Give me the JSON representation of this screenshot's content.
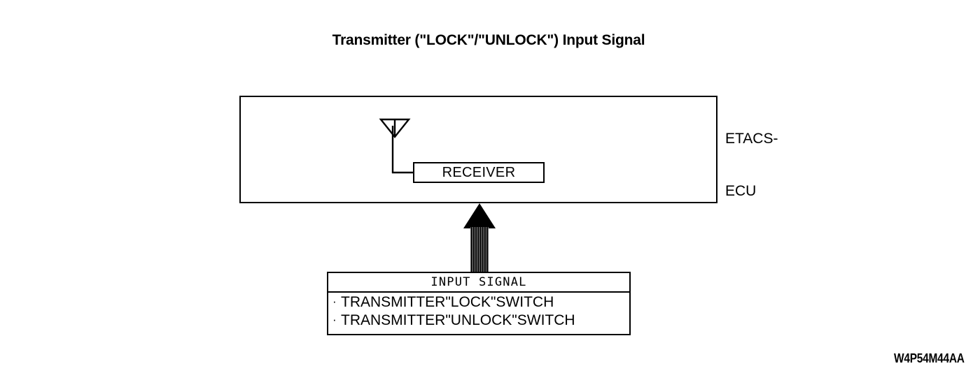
{
  "title": "Transmitter (\"LOCK\"/\"UNLOCK\") Input Signal",
  "ecu": {
    "label_line1": "ETACS-",
    "label_line2": "ECU",
    "receiver_label": "RECEIVER",
    "antenna_icon": "antenna-icon"
  },
  "arrow": {
    "icon": "up-arrow-striped-icon",
    "direction": "up"
  },
  "input_signal": {
    "header": "INPUT SIGNAL",
    "bullet": "·",
    "items": [
      "TRANSMITTER\"LOCK\"SWITCH",
      "TRANSMITTER\"UNLOCK\"SWITCH"
    ]
  },
  "figure_code": "W4P54M44AA",
  "colors": {
    "background": "#ffffff",
    "stroke": "#000000",
    "arrow_fill": "#000000",
    "arrow_stripe_light": "#808080"
  }
}
